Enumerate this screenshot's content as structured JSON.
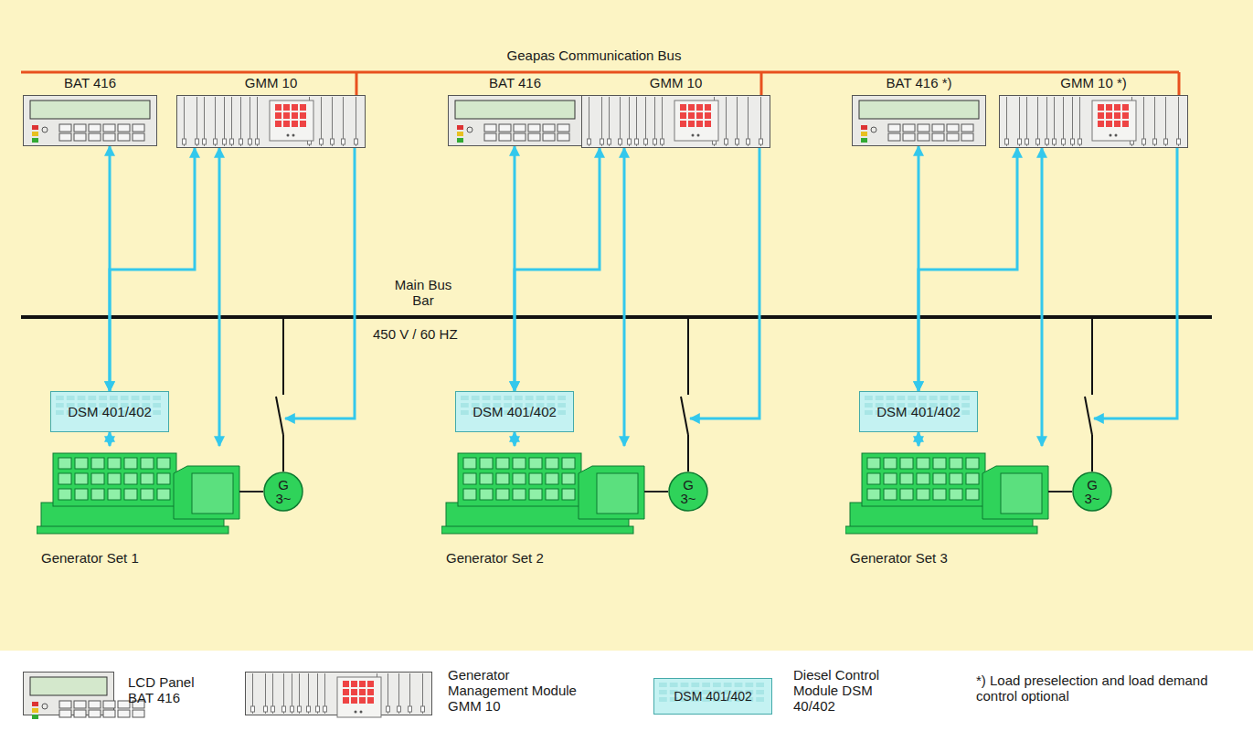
{
  "diagram": {
    "nodes": [
      {
        "text": [
          "BAT 416"
        ]
      },
      {
        "text": [
          "GMM 10"
        ]
      },
      {
        "text": [
          "DSM 401/402"
        ]
      },
      {
        "text": [
          "Generator Set 1"
        ]
      },
      {
        "text": [
          "G",
          "3~"
        ]
      },
      {
        "text": [
          "BAT 416"
        ]
      },
      {
        "text": [
          "GMM 10"
        ]
      },
      {
        "text": [
          "DSM 401/402"
        ]
      },
      {
        "text": [
          "Generator Set 2"
        ]
      },
      {
        "text": [
          "G",
          "3~"
        ]
      },
      {
        "text": [
          "BAT 416 *)"
        ]
      },
      {
        "text": [
          "GMM 10 *)"
        ]
      },
      {
        "text": [
          "DSM 401/402"
        ]
      },
      {
        "text": [
          "Generator Set 3"
        ]
      },
      {
        "text": [
          "G",
          "3~"
        ]
      }
    ],
    "edges": [
      {
        "from": 0,
        "to": 2,
        "arrow": "both"
      },
      {
        "from": 1,
        "to": 2,
        "arrow": "both"
      },
      {
        "from": 2,
        "to": 3,
        "arrow": "both"
      },
      {
        "from": 1,
        "to": 3,
        "arrow": "both"
      },
      {
        "from": 3,
        "to": 4,
        "arrow": "none"
      },
      {
        "from": 5,
        "to": 7,
        "arrow": "both"
      },
      {
        "from": 6,
        "to": 7,
        "arrow": "both"
      },
      {
        "from": 7,
        "to": 8,
        "arrow": "both"
      },
      {
        "from": 6,
        "to": 8,
        "arrow": "both"
      },
      {
        "from": 8,
        "to": 9,
        "arrow": "none"
      },
      {
        "from": 10,
        "to": 12,
        "arrow": "both"
      },
      {
        "from": 11,
        "to": 12,
        "arrow": "both"
      },
      {
        "from": 12,
        "to": 13,
        "arrow": "both"
      },
      {
        "from": 11,
        "to": 13,
        "arrow": "both"
      },
      {
        "from": 13,
        "to": 14,
        "arrow": "none"
      }
    ],
    "labels": [
      "Geapas Communication Bus",
      "Main Bus Bar",
      "450 V / 60 HZ",
      "DSM 401/402",
      "*) Load preselection and load demand control optional"
    ],
    "legend": [
      {
        "text": "LCD Panel BAT 416"
      },
      {
        "text": "Generator Management Module GMM 10"
      },
      {
        "text": "Diesel Control Module DSM 40/402"
      }
    ]
  }
}
